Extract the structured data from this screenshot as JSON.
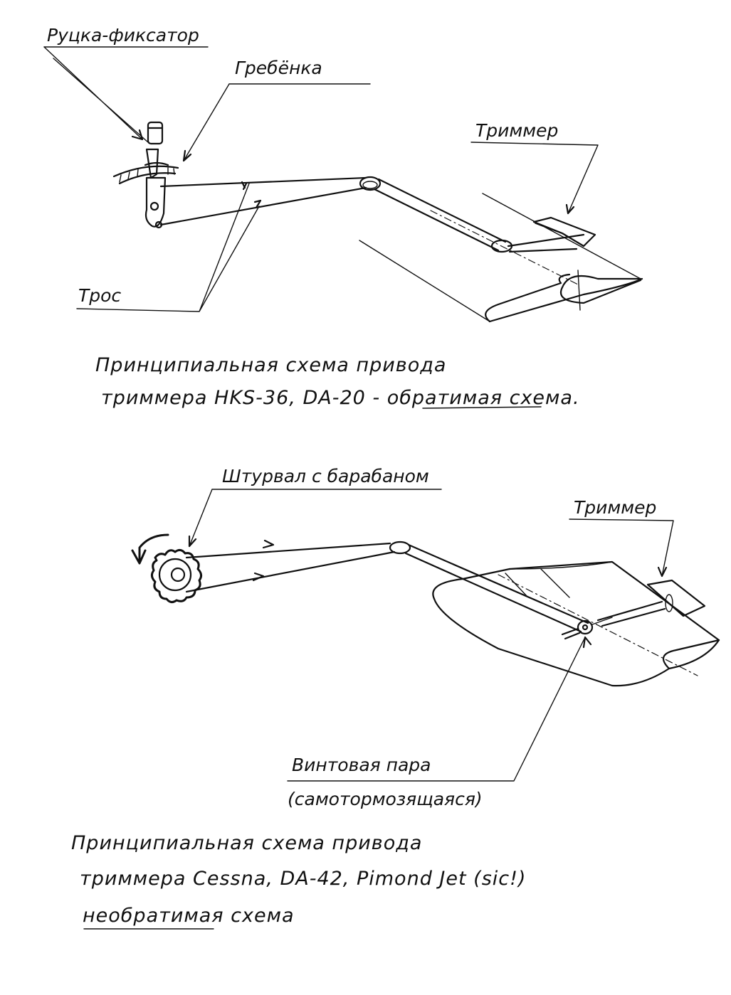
{
  "diagram1": {
    "labels": {
      "handle": "Руцка-фиксатор",
      "comb": "Гребёнка",
      "trimmer": "Триммер",
      "cable": "Трос"
    },
    "caption": {
      "line1": "Принципиальная схема привода",
      "line2_prefix": "триммера HKS-36, DA-20 - ",
      "line2_underlined": "обратимая",
      "line2_suffix": " схема."
    }
  },
  "diagram2": {
    "labels": {
      "wheel": "Штурвал с барабаном",
      "trimmer": "Триммер",
      "screw_pair": "Винтовая пара",
      "screw_pair_note": "(самотормозящаяся)"
    },
    "caption": {
      "line1": "Принципиальная схема привода",
      "line2": "триммера Cessna, DA-42, Pimond Jet (sic!)",
      "line3_underlined": "необратимая",
      "line3_suffix": " схема"
    }
  }
}
